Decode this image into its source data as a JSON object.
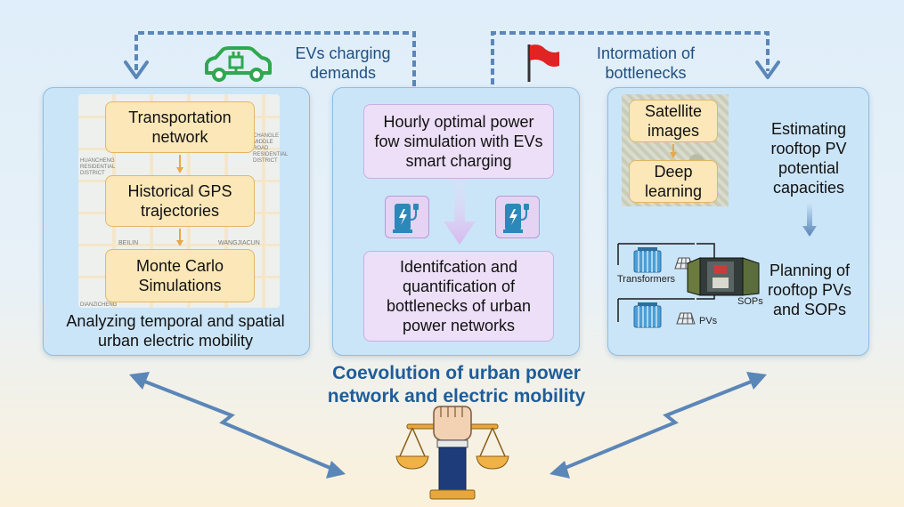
{
  "top": {
    "left_label": "EVs charging demands",
    "right_label": "Intormation of bottlenecks"
  },
  "left_panel": {
    "boxes": [
      "Transportation network",
      "Historical GPS trajectories",
      "Monte Carlo Simulations"
    ],
    "caption": "Analyzing temporal and spatial urban electric mobility",
    "map_labels": [
      "HUANCHENG RESIDENTIAL DISTRICT",
      "CHANGLE MIDDLE ROAD RESIDENTIAL DISTRICT",
      "BEILIN",
      "WANGJIACUN",
      "DIANZICHENG"
    ]
  },
  "middle_panel": {
    "top_box": "Hourly optimal power fow simulation with EVs smart charging",
    "bottom_box": "Identifcation and quantification of bottlenecks of urban power networks"
  },
  "right_panel": {
    "boxes": [
      "Satellite images",
      "Deep learning"
    ],
    "estimating_text": "Estimating rooftop PV potential capacities",
    "planning_text": "Planning of rooftop PVs and SOPs",
    "labels": {
      "transformers": "Transformers",
      "sops": "SOPs",
      "pvs": "PVs"
    }
  },
  "center_title": "Coevolution of urban power network and electric mobility",
  "colors": {
    "arrow": "#5b86b8",
    "title": "#1f5d99",
    "ev_icon": "#2fa84f",
    "flag": "#e02323"
  },
  "icons": [
    "ev-car-icon",
    "red-flag-icon",
    "charging-station-icon",
    "transformer-icon",
    "solar-panel-icon",
    "sop-cabinet-icon",
    "balance-scale-icon"
  ]
}
